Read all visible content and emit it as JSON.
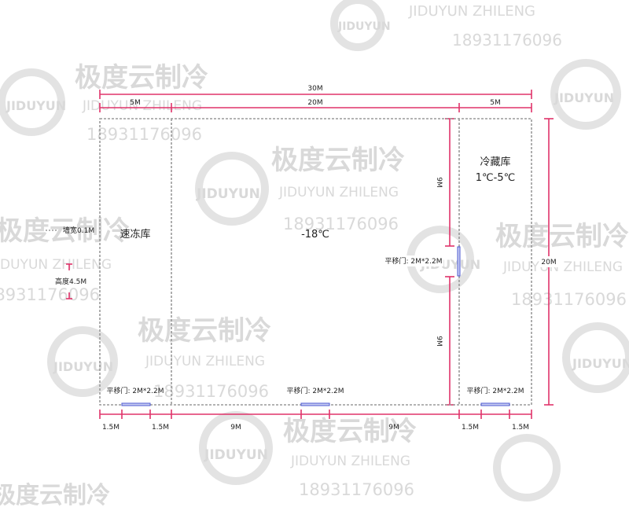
{
  "watermark": {
    "brand": "极度云制冷",
    "logo": "JIDUYUN",
    "pinyin": "JIDUYUN ZHILENG",
    "phone": "18931176096"
  },
  "dimensions": {
    "total_width": "30M",
    "left_width": "5M",
    "middle_width": "20M",
    "right_width": "5M",
    "total_depth": "20M",
    "seg_upper": "9M",
    "seg_lower": "9M",
    "bottom_a": "1.5M",
    "bottom_b": "1.5M",
    "bottom_c": "9M",
    "bottom_d": "9M",
    "bottom_e": "1.5M",
    "bottom_f": "1.5M"
  },
  "legend": {
    "wall": "墙宽0.1M",
    "height": "高度4.5M"
  },
  "rooms": {
    "quick_freeze": {
      "name": "速冻库"
    },
    "freezer": {
      "temp": "-18℃"
    },
    "cold_storage": {
      "name": "冷藏库",
      "temp": "1℃-5℃"
    }
  },
  "doors": {
    "left": "平移门: 2M*2.2M",
    "middle": "平移门: 2M*2.2M",
    "right": "平移门: 2M*2.2M",
    "partition": "平移门: 2M*2.2M"
  },
  "colors": {
    "dimension": "#e0336a",
    "wall": "#9a9a9a",
    "door": "#4d5ad1",
    "watermark": "#d9d9d9"
  }
}
